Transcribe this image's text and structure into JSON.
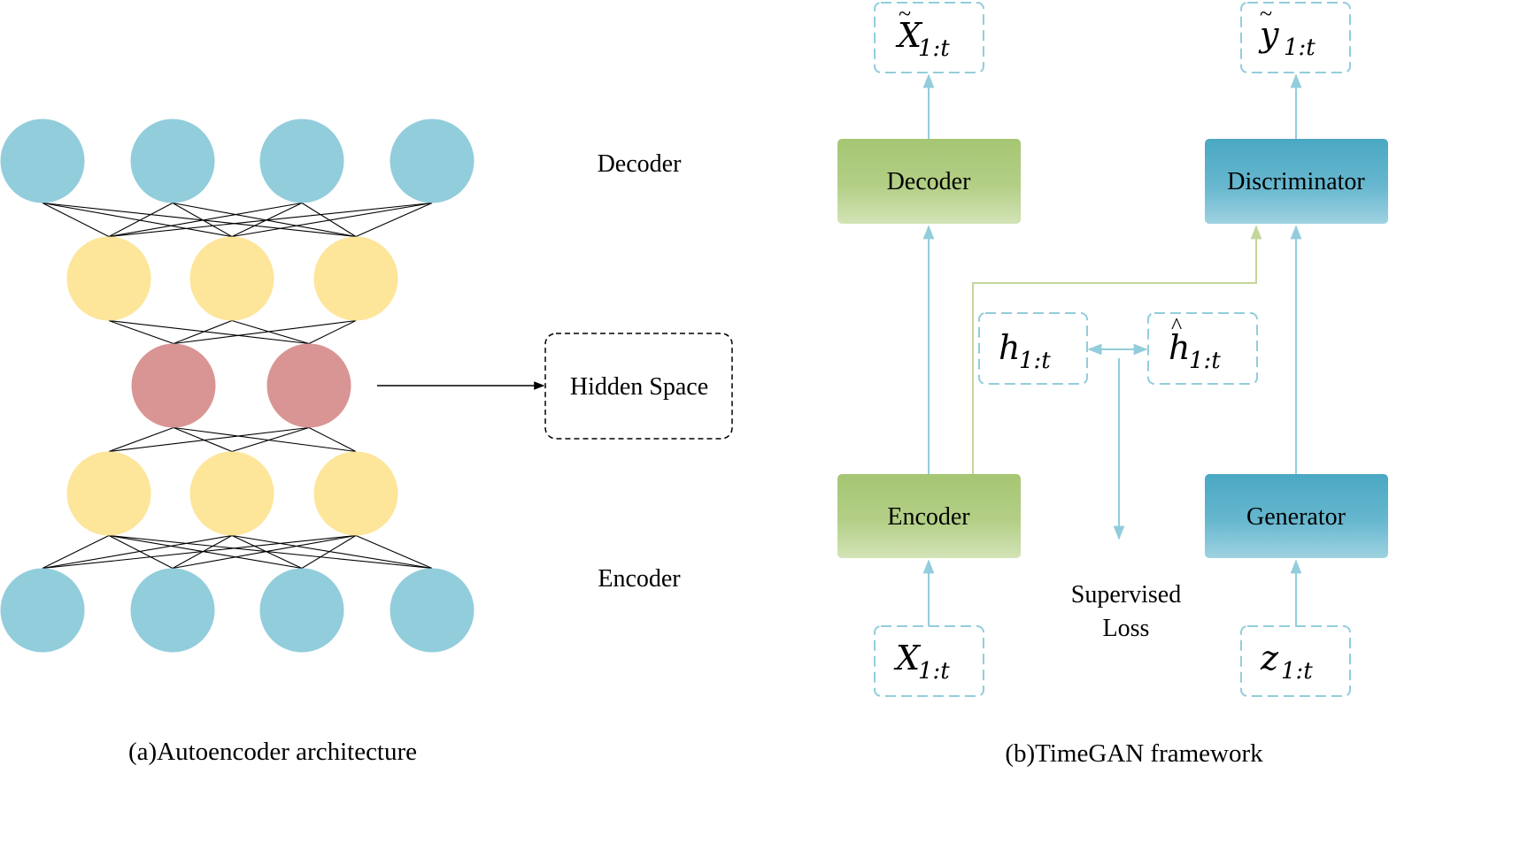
{
  "panel_a": {
    "caption": "(a)Autoencoder architecture",
    "decoder_label": "Decoder",
    "encoder_label": "Encoder",
    "hidden_space_label": "Hidden Space",
    "layers": [
      {
        "role": "output",
        "count": 4,
        "color": "#92CDDC"
      },
      {
        "role": "decoder-hidden",
        "count": 3,
        "color": "#FDE59A"
      },
      {
        "role": "latent",
        "count": 2,
        "color": "#D99594"
      },
      {
        "role": "encoder-hidden",
        "count": 3,
        "color": "#FDE59A"
      },
      {
        "role": "input",
        "count": 4,
        "color": "#92CDDC"
      }
    ]
  },
  "panel_b": {
    "caption": "(b)TimeGAN framework",
    "decoder_block": "Decoder",
    "encoder_block": "Encoder",
    "discriminator_block": "Discriminator",
    "generator_block": "Generator",
    "supervised_loss_line1": "Supervised",
    "supervised_loss_line2": "Loss",
    "x_tilde": {
      "base": "X",
      "sub": "1:t"
    },
    "y_tilde": {
      "base": "y",
      "sub": "1:t"
    },
    "h": {
      "base": "h",
      "sub": "1:t"
    },
    "h_hat": {
      "base": "h",
      "sub": "1:t"
    },
    "x_input": {
      "base": "X",
      "sub": "1:t"
    },
    "z_input": {
      "base": "z",
      "sub": "1:t"
    }
  },
  "colors": {
    "blue_node": "#92CDDC",
    "yellow_node": "#FDE59A",
    "red_node": "#D99594",
    "green_block": "#A9C97A",
    "blue_block": "#4FACC6",
    "arrow_blue": "#92CDDC",
    "arrow_green": "#C3D69B",
    "dashed_box": "#92CDDC"
  }
}
